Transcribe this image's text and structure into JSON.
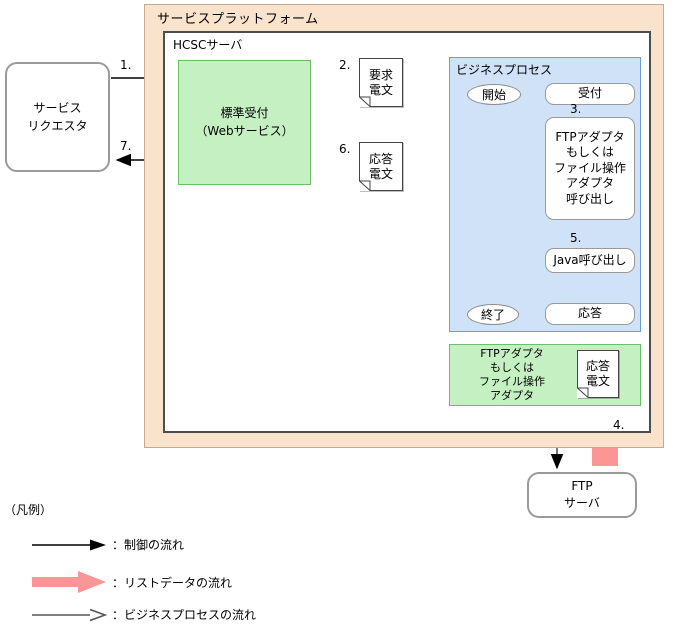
{
  "platform": {
    "title": "サービスプラットフォーム",
    "bg_color": "#fae3cd",
    "border_color": "#c9a98c"
  },
  "hcsc": {
    "title": "HCSCサーバ",
    "bg_color": "#ffffff",
    "border_color": "#4d4d4d"
  },
  "requestor": {
    "label": "サービス\nリクエスタ",
    "line1": "サービス",
    "line2": "リクエスタ"
  },
  "standard_reception": {
    "line1": "標準受付",
    "line2": "（Webサービス）",
    "bg_color": "#c4f0c2",
    "border_color": "#6cbf6a"
  },
  "business_process": {
    "title": "ビジネスプロセス",
    "bg_color": "#cfe2f8",
    "border_color": "#6a9fd8",
    "nodes": {
      "start": "開始",
      "reception": "受付",
      "adapter_call_line1": "FTPアダプタ",
      "adapter_call_line2": "もしくは",
      "adapter_call_line3": "ファイル操作",
      "adapter_call_line4": "アダプタ",
      "adapter_call_line5": "呼び出し",
      "java_call": "Java呼び出し",
      "response": "応答",
      "end": "終了"
    }
  },
  "ftp_adapter": {
    "line1": "FTPアダプタ",
    "line2": "もしくは",
    "line3": "ファイル操作",
    "line4": "アダプタ",
    "bg_color": "#c4f0c2",
    "border_color": "#6cbf6a"
  },
  "ftp_server": {
    "line1": "FTP",
    "line2": "サーバ"
  },
  "documents": {
    "request": {
      "line1": "要求",
      "line2": "電文"
    },
    "response": {
      "line1": "応答",
      "line2": "電文"
    },
    "response_ftp": {
      "line1": "応答",
      "line2": "電文"
    }
  },
  "steps": {
    "s1": "1.",
    "s2": "2.",
    "s3": "3.",
    "s4": "4.",
    "s5": "5.",
    "s6": "6.",
    "s7": "7."
  },
  "legend": {
    "title": "（凡例）",
    "items": [
      {
        "icon": "solid-arrow-icon",
        "label": "：制御の流れ",
        "color": "#000000"
      },
      {
        "icon": "thick-pink-arrow-icon",
        "label": "：リストデータの流れ",
        "color": "#fa9696"
      },
      {
        "icon": "open-arrow-icon",
        "label": "：ビジネスプロセスの流れ",
        "color": "#555555"
      }
    ]
  },
  "colors": {
    "pink_arrow": "#fa9696",
    "control_arrow": "#000000",
    "process_arrow": "#5a5a5a"
  }
}
